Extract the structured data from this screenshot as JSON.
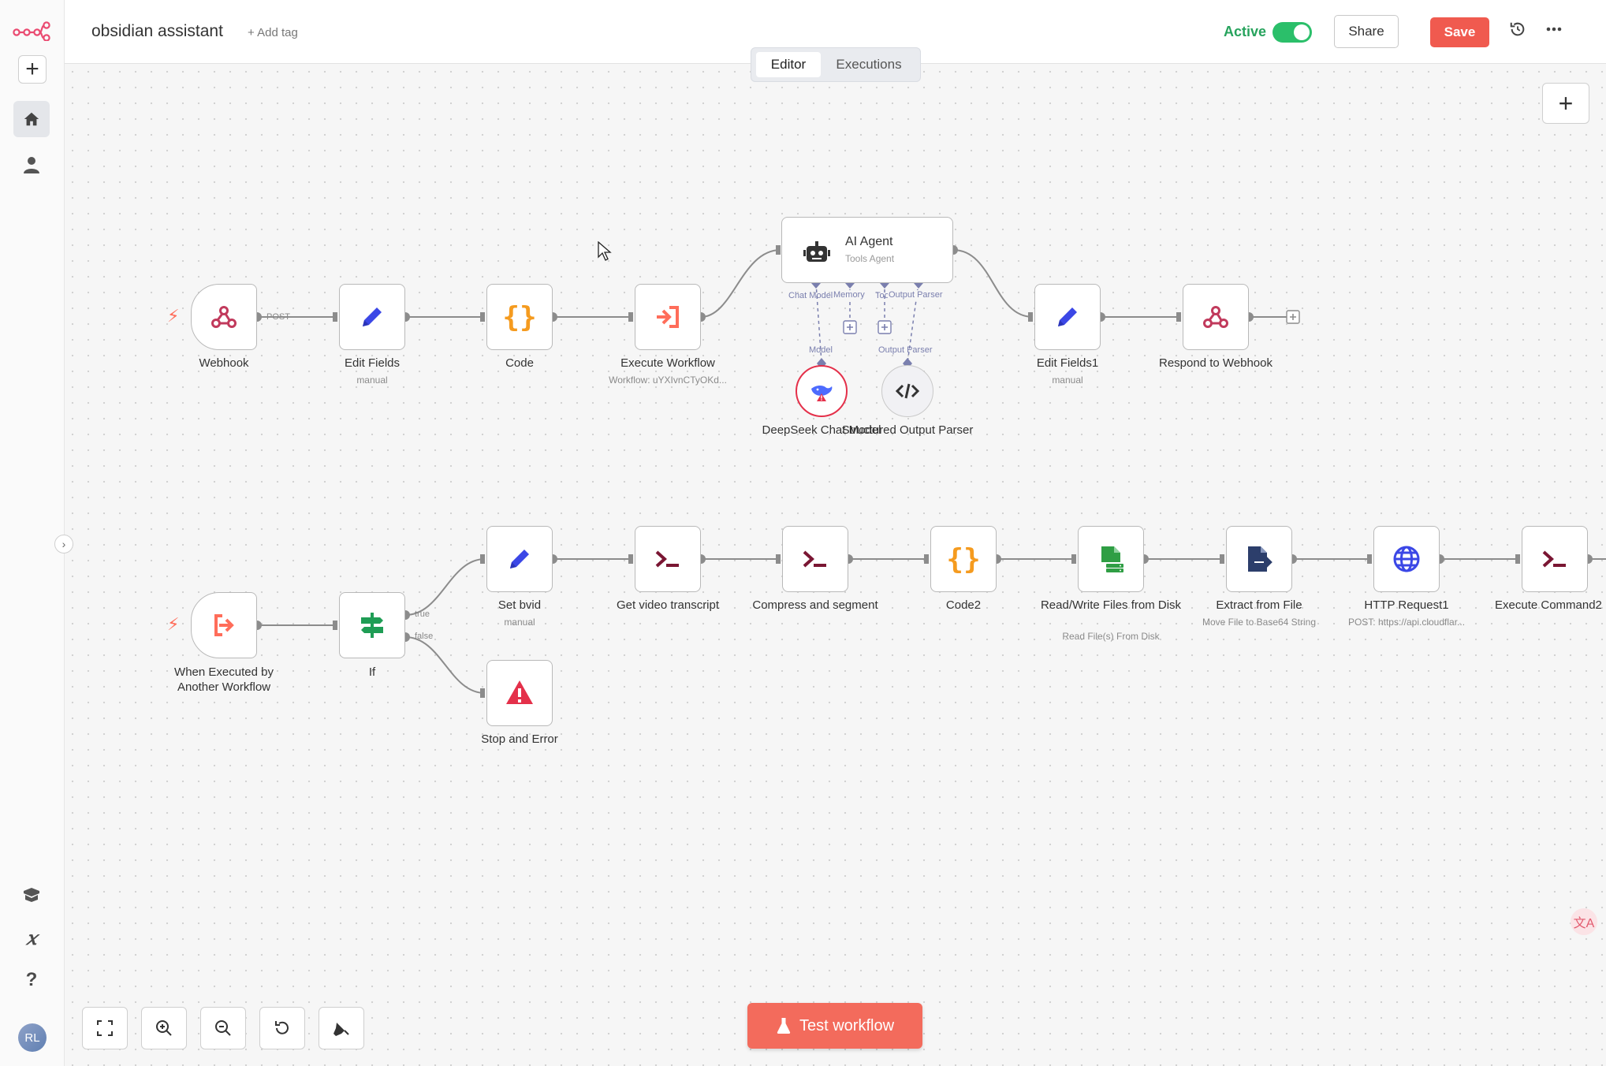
{
  "header": {
    "title": "obsidian assistant",
    "add_tag": "+ Add tag",
    "active_label": "Active",
    "share": "Share",
    "save": "Save"
  },
  "tabs": {
    "editor": "Editor",
    "executions": "Executions"
  },
  "sidebar": {
    "avatar": "RL"
  },
  "nodes": {
    "webhook": {
      "label": "Webhook",
      "edge_label": "POST"
    },
    "edit_fields": {
      "label": "Edit Fields",
      "sub": "manual"
    },
    "code": {
      "label": "Code"
    },
    "execute_workflow": {
      "label": "Execute Workflow",
      "sub": "Workflow: uYXIvnCTyOKd..."
    },
    "ai_agent": {
      "label": "AI Agent",
      "sub": "Tools Agent",
      "ports": {
        "chat_model": "Chat Model",
        "memory": "Memory",
        "tool": "Tool",
        "output_parser": "Output Parser"
      }
    },
    "deepseek": {
      "label": "DeepSeek Chat Model",
      "port": "Model"
    },
    "structured_parser": {
      "label": "Structured Output Parser",
      "port": "Output Parser"
    },
    "edit_fields1": {
      "label": "Edit Fields1",
      "sub": "manual"
    },
    "respond_webhook": {
      "label": "Respond to Webhook"
    },
    "when_executed": {
      "label": "When Executed by Another Workflow"
    },
    "if": {
      "label": "If",
      "true": "true",
      "false": "false"
    },
    "set_bvid": {
      "label": "Set bvid",
      "sub": "manual"
    },
    "stop_error": {
      "label": "Stop and Error"
    },
    "get_transcript": {
      "label": "Get video transcript"
    },
    "compress": {
      "label": "Compress and segment"
    },
    "code2": {
      "label": "Code2"
    },
    "read_write": {
      "label": "Read/Write Files from Disk",
      "sub": "Read File(s) From Disk"
    },
    "extract": {
      "label": "Extract from File",
      "sub": "Move File to Base64 String"
    },
    "http": {
      "label": "HTTP Request1",
      "sub": "POST: https://api.cloudflar..."
    },
    "exec_cmd": {
      "label": "Execute Command2"
    }
  },
  "footer": {
    "test_workflow": "Test workflow"
  },
  "colors": {
    "accent": "#ff6d5a",
    "active_green": "#2bbf6a",
    "edit_blue": "#3b47e6",
    "code_orange": "#f59b1f",
    "terminal_maroon": "#7a1633",
    "port_purple": "#7a7fae"
  }
}
